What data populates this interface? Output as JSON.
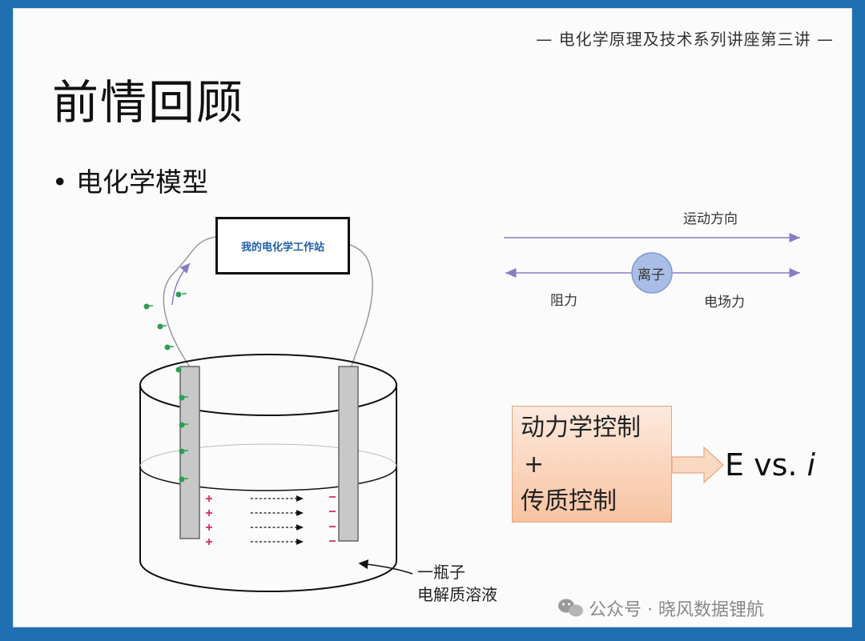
{
  "header": {
    "series": "— 电化学原理及技术系列讲座第三讲 —"
  },
  "title": "前情回顾",
  "bullet": {
    "dot": "•",
    "text": "电化学模型"
  },
  "station": {
    "label": "我的电化学工作站"
  },
  "ion_diagram": {
    "motion_direction": "运动方向",
    "ion": "离子",
    "resistance": "阻力",
    "field_force": "电场力"
  },
  "control_box": {
    "line1": "动力学控制",
    "line2": "+",
    "line3": "传质控制"
  },
  "result": {
    "prefix": "E vs. ",
    "var": "i"
  },
  "bottle": {
    "line1": "一瓶子",
    "line2": "电解质溶液"
  },
  "watermark": "公众号 · 晓风数据锂航",
  "colors": {
    "frame": "#1f6fb2",
    "arrow_purple": "#8a7cc4",
    "ion_fill": "#a9bde6",
    "bubble_green": "#2e9e53",
    "plus_red": "#d6335a",
    "electrode_gray": "#c8c8c8"
  }
}
